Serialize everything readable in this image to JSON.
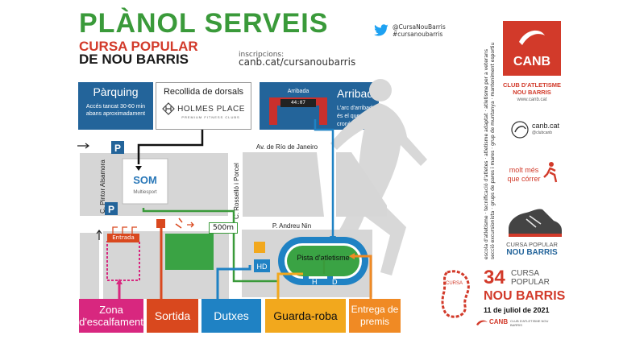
{
  "header": {
    "title": "PLÀNOL SERVEIS",
    "subtitle_line1": "CURSA POPULAR",
    "subtitle_line2": "DE NOU BARRIS",
    "inscriptions_label": "inscripcions:",
    "inscriptions_url": "canb.cat/cursanoubarris",
    "twitter_handle": "@CursaNouBarris",
    "twitter_hashtag": "#cursanoubarris"
  },
  "info_boxes": {
    "parking_title": "Pàrquing",
    "parking_note": "Accés tancat 30-60 min abans aproximadament",
    "dorsals_title": "Recollida de dorsals",
    "dorsals_logo": "HOLMES PLACE",
    "dorsals_logo_sub": "PREMIUM FITNESS CLUBS",
    "arribada_banner": "Arribada",
    "arribada_clock": "44:07",
    "arribada_title": "Arribada",
    "arribada_note": "L'arc d'arribada és el que té cronòmetre"
  },
  "map": {
    "street_rio": "Av. de Río de Janeiro",
    "street_pintor": "C. Pintor Alsamora",
    "street_rossello": "C. Rosselló i Porcel",
    "street_nin": "P. Andreu Nin",
    "som_logo": "SOM",
    "som_sub": "Multiesport",
    "parking_letter": "P",
    "distance": "500m",
    "entrada": "Entrada",
    "hd": "HD",
    "h": "H",
    "d": "D",
    "pista": "Pista d'atletisme"
  },
  "legend": {
    "zona": "Zona d'escalfament",
    "sortida": "Sortida",
    "dutxes": "Dutxes",
    "guarda": "Guarda-roba",
    "entrega": "Entrega de premis"
  },
  "sidebar": {
    "club_name": "CANB",
    "club_full": "CLUB D'ATLETISME NOU BARRIS",
    "club_url": "www.canb.cat",
    "canbcat": "canb.cat",
    "canbcat_sub": "@clubcanb",
    "slogan": "molt més que córrer",
    "cursa_line1": "CURSA POPULAR",
    "cursa_line2": "NOU BARRIS",
    "vertical_text1": "escola d'atletisme · tecnificació d'atletes · atletisme adaptat · atletisme per a veterans",
    "vertical_text2": "secció excursionista · grups de pares i mares · grup de muntanya · manteniment esportiu",
    "edition_number": "34",
    "edition_cursa": "CURSA",
    "edition_popular": "POPULAR",
    "edition_nou": "NOU BARRIS",
    "edition_date": "11 de juliol de 2021",
    "edition_club": "CANB",
    "edition_club_sub": "CLUB D'ATLETISME NOU BARRIS"
  },
  "colors": {
    "green": "#3a9a3a",
    "red": "#d23a2a",
    "blue": "#23649a",
    "magenta": "#d8277f",
    "orange_red": "#d9481e",
    "cyan_blue": "#1f82c4",
    "gold": "#f2a81d",
    "orange": "#f08a24"
  }
}
